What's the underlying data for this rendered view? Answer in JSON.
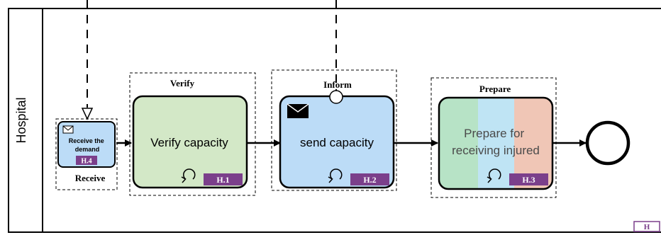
{
  "pool": {
    "label": "Hospital"
  },
  "groups": [
    {
      "id": "receive",
      "label": "Receive"
    },
    {
      "id": "verify",
      "label": "Verify"
    },
    {
      "id": "inform",
      "label": "Inform"
    },
    {
      "id": "prepare",
      "label": "Prepare"
    }
  ],
  "tasks": {
    "receive": {
      "label": "Receive the demand",
      "badge": "H.4",
      "color": "#bcdcf7",
      "icon": "envelope-outline-icon"
    },
    "verify": {
      "label": "Verify capacity",
      "badge": "H.1",
      "color": "#d3e8c7",
      "icon": "loop-icon"
    },
    "send": {
      "label": "send capacity",
      "badge": "H.2",
      "color": "#bcdcf7",
      "icon": "envelope-filled-icon"
    },
    "prepare": {
      "label": "Prepare for receiving injured",
      "badge": "H.3",
      "colors": [
        "#b7e3c6",
        "#bfe4f4",
        "#f0c6b6"
      ],
      "icon": "loop-icon"
    }
  },
  "legend_badge": "H",
  "colors": {
    "badge": "#7b3f8b",
    "stroke": "#000000"
  }
}
